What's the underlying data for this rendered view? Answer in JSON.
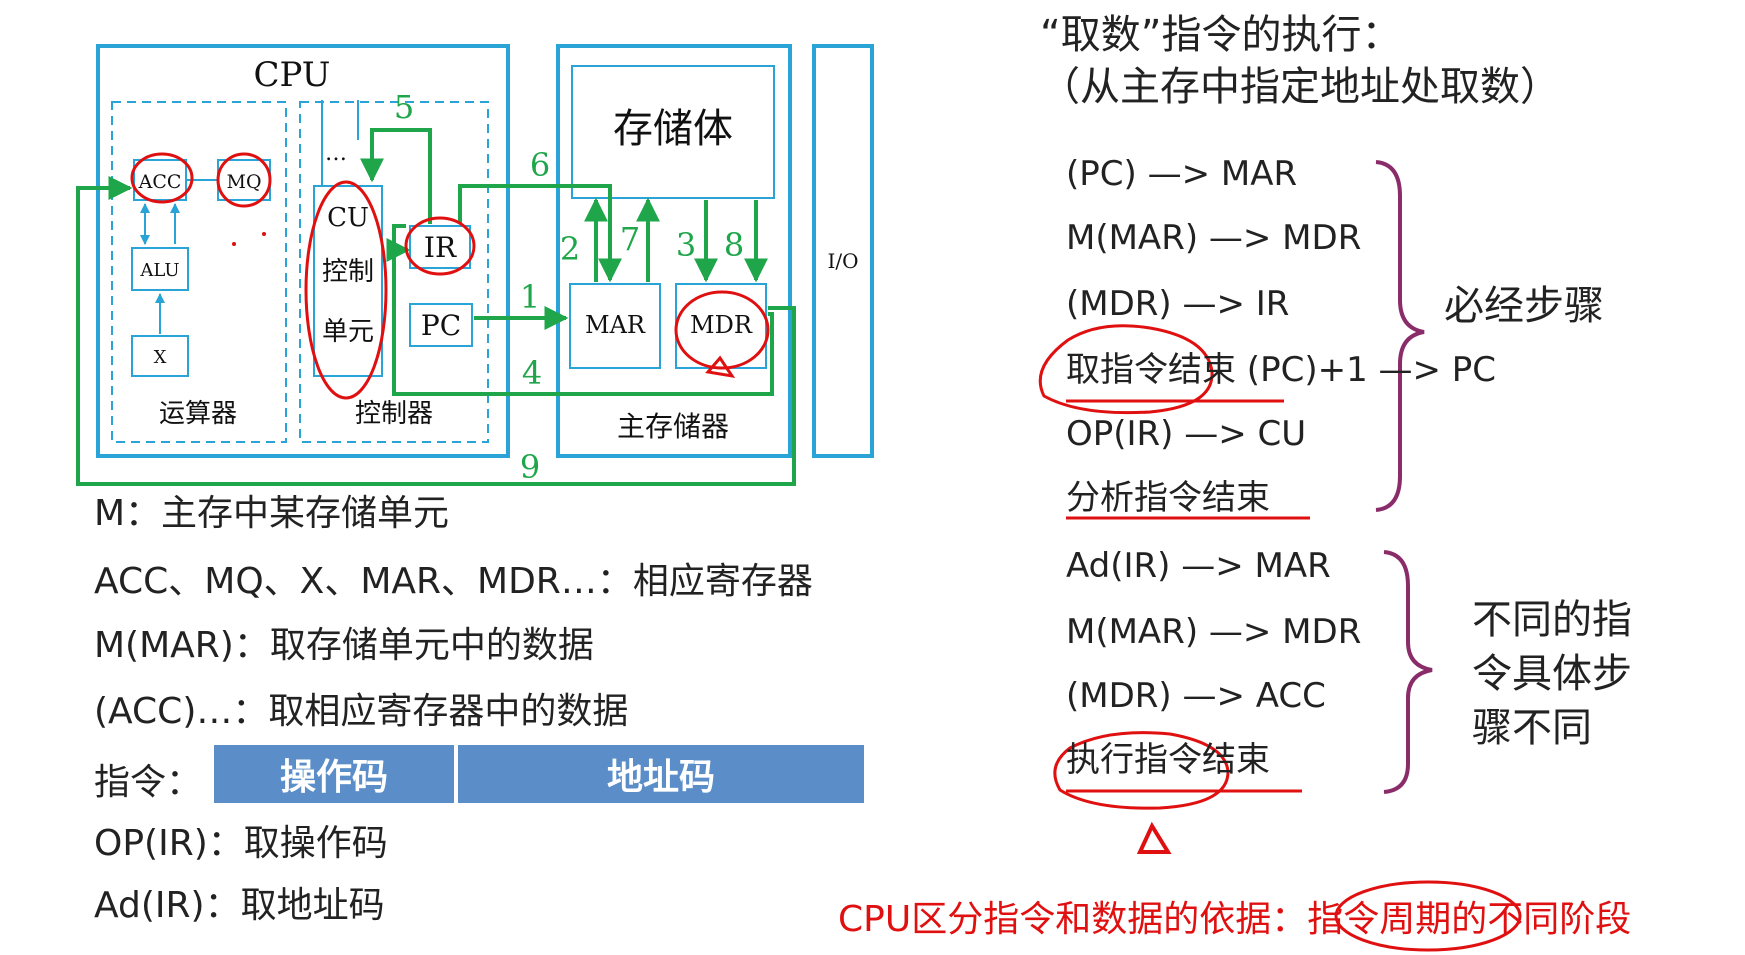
{
  "diagram": {
    "cpu_title": "CPU",
    "alu_section_label": "运算器",
    "control_section_label": "控制器",
    "memory_title": "存储体",
    "memory_section_label": "主存储器",
    "io_label": "I/O",
    "registers": {
      "acc": "ACC",
      "mq": "MQ",
      "alu": "ALU",
      "x": "X",
      "cu_line1": "CU",
      "cu_line2": "控制",
      "cu_line3": "单元",
      "ir": "IR",
      "pc": "PC",
      "mar": "MAR",
      "mdr": "MDR"
    },
    "dots": "…",
    "step_numbers": [
      "1",
      "2",
      "3",
      "4",
      "5",
      "6",
      "7",
      "8",
      "9"
    ],
    "colors": {
      "box_border": "#2aa3d6",
      "bus": "#1fa64a",
      "annotation": "#e01010"
    }
  },
  "legend": [
    "M：主存中某存储单元",
    "ACC、MQ、X、MAR、MDR…：相应寄存器",
    "M(MAR)：取存储单元中的数据",
    "(ACC)…：取相应寄存器中的数据"
  ],
  "instruction": {
    "label": "指令：",
    "opcode": "操作码",
    "address": "地址码"
  },
  "legend_bottom": [
    "OP(IR)：取操作码",
    "Ad(IR)：取地址码"
  ],
  "right": {
    "title_line1": "“取数”指令的执行：",
    "title_line2": "（从主存中指定地址处取数）",
    "common_steps": [
      "(PC) —> MAR",
      "M(MAR) —> MDR",
      "(MDR) —> IR",
      "取指令结束 (PC)+1 —> PC",
      "OP(IR) —> CU",
      "分析指令结束"
    ],
    "common_label": "必经步骤",
    "specific_steps": [
      "Ad(IR) —> MAR",
      "M(MAR) —> MDR",
      "(MDR) —> ACC",
      "执行指令结束"
    ],
    "specific_label": [
      "不同的指",
      "令具体步",
      "骤不同"
    ],
    "footer": "CPU区分指令和数据的依据：指令周期的不同阶段"
  }
}
